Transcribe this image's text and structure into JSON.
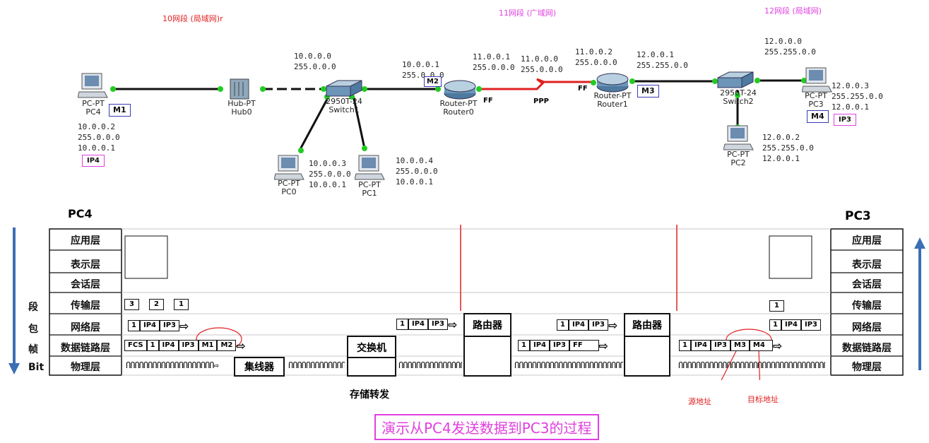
{
  "segments": {
    "seg10": "10网段 (局域网)r",
    "seg11": "11网段 (广域网)",
    "seg12": "12网段 (局域网)"
  },
  "devices": {
    "pc4": {
      "type": "PC-PT",
      "name": "PC4",
      "mac": "M1",
      "ip_tag": "IP4",
      "config": "10.0.0.2\n255.0.0.0\n10.0.0.1"
    },
    "hub0": {
      "type": "Hub-PT",
      "name": "Hub0"
    },
    "switch1": {
      "type": "2950T-24",
      "name": "Switch1"
    },
    "pc0": {
      "type": "PC-PT",
      "name": "PC0",
      "config": "10.0.0.3\n255.0.0.0\n10.0.0.1"
    },
    "pc1": {
      "type": "PC-PT",
      "name": "PC1",
      "config": "10.0.0.4\n255.0.0.0\n10.0.0.1"
    },
    "router0": {
      "type": "Router-PT",
      "name": "Router0",
      "mac": "M2",
      "lan_if": "10.0.0.1\n255.0.0.0",
      "wan_if": "11.0.0.1\n255.0.0.0",
      "wan_tag": "FF"
    },
    "router1": {
      "type": "Router-PT",
      "name": "Router1",
      "mac": "M3",
      "wan_if": "11.0.0.2\n255.0.0.0",
      "lan_if": "12.0.0.1\n255.255.0.0",
      "wan_tag": "FF"
    },
    "switch2": {
      "type": "2950T-24",
      "name": "Switch2"
    },
    "pc3": {
      "type": "PC-PT",
      "name": "PC3",
      "mac": "M4",
      "ip_tag": "IP3",
      "config": "12.0.0.3\n255.255.0.0\n12.0.0.1"
    },
    "pc2": {
      "type": "PC-PT",
      "name": "PC2",
      "config": "12.0.0.2\n255.255.0.0\n12.0.0.1"
    }
  },
  "net11": "11.0.0.0\n255.0.0.0",
  "net10": "10.0.0.0\n255.0.0.0",
  "net12": "12.0.0.0\n255.255.0.0",
  "ppp_label": "PPP",
  "left_host": "PC4",
  "right_host": "PC3",
  "layers": [
    "应用层",
    "表示层",
    "会话层",
    "传输层",
    "网络层",
    "数据链路层",
    "物理层"
  ],
  "pdu_labels": [
    "段",
    "包",
    "帧",
    "Bit"
  ],
  "transport_segments_left": [
    "3",
    "2",
    "1"
  ],
  "transport_segments_right": [
    "1"
  ],
  "packet_fields": [
    "1",
    "IP4",
    "IP3"
  ],
  "frame_fields_left": [
    "FCS",
    "1",
    "IP4",
    "IP3",
    "M1",
    "M2"
  ],
  "frame_fields_ppp": [
    "1",
    "IP4",
    "IP3",
    "FF"
  ],
  "frame_fields_right": [
    "1",
    "IP4",
    "IP3",
    "M3",
    "M4"
  ],
  "bits": "ՈՈՈՈՈՈՈՈՈՈՈՈՈՈՈՈՈՈՈՈ",
  "hub_label": "集线器",
  "switch_label": "交换机",
  "router_label": "路由器",
  "store_forward": "存储转发",
  "src_addr": "源地址",
  "dst_addr": "目标地址",
  "caption": "演示从PC4发送数据到PC3的过程",
  "colors": {
    "red": "#e02020",
    "magenta": "#e040e0",
    "blue": "#3b6fb5",
    "link": "#111111",
    "port": "#22cc22"
  }
}
